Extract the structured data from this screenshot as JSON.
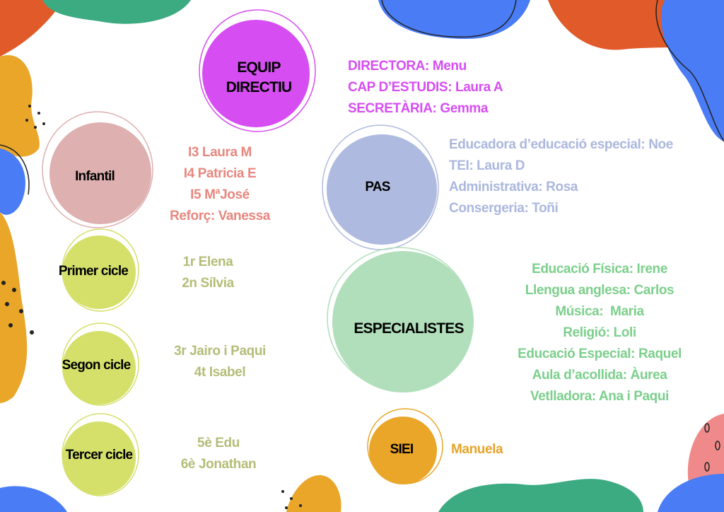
{
  "colors": {
    "equip": "#d64ef2",
    "infantil_text": "#e8877e",
    "pas_text": "#abb7de",
    "especialistes_text": "#7ccf8c",
    "cicle_text": "#b5bd78",
    "siei_text": "#e6a329"
  },
  "groups": {
    "equip": {
      "label_1": "EQUIP",
      "label_2": "DIRECTIU",
      "members": [
        "DIRECTORA: Menu",
        "CAP D’ESTUDIS: Laura A",
        "SECRETÀRIA: Gemma"
      ]
    },
    "infantil": {
      "label": "Infantil",
      "members": [
        "I3 Laura M",
        "I4 Patricia E",
        "I5 MªJosé",
        "Reforç: Vanessa"
      ]
    },
    "pas": {
      "label": "PAS",
      "members": [
        "Educadora d’educació especial: Noe",
        "TEI: Laura D",
        "Administrativa: Rosa",
        "Consergeria: Toñi"
      ]
    },
    "primer": {
      "label": "Primer cicle",
      "members": [
        "1r Elena",
        "2n Sílvia"
      ]
    },
    "segon": {
      "label": "Segon cicle",
      "members": [
        "3r Jairo i Paqui",
        "4t Isabel"
      ]
    },
    "tercer": {
      "label": "Tercer cicle",
      "members": [
        "5è Edu",
        "6è Jonathan"
      ]
    },
    "especialistes": {
      "label": "ESPECIALISTES",
      "members": [
        "Educació Física: Irene",
        "Llengua anglesa: Carlos",
        "Música:  Maria",
        "Religió: Loli",
        "Educació Especial: Raquel",
        "Aula d’acollida: Àurea",
        "Vetlladora: Ana i Paqui"
      ]
    },
    "siei": {
      "label": "SIEI",
      "members": [
        "Manuela"
      ]
    }
  }
}
